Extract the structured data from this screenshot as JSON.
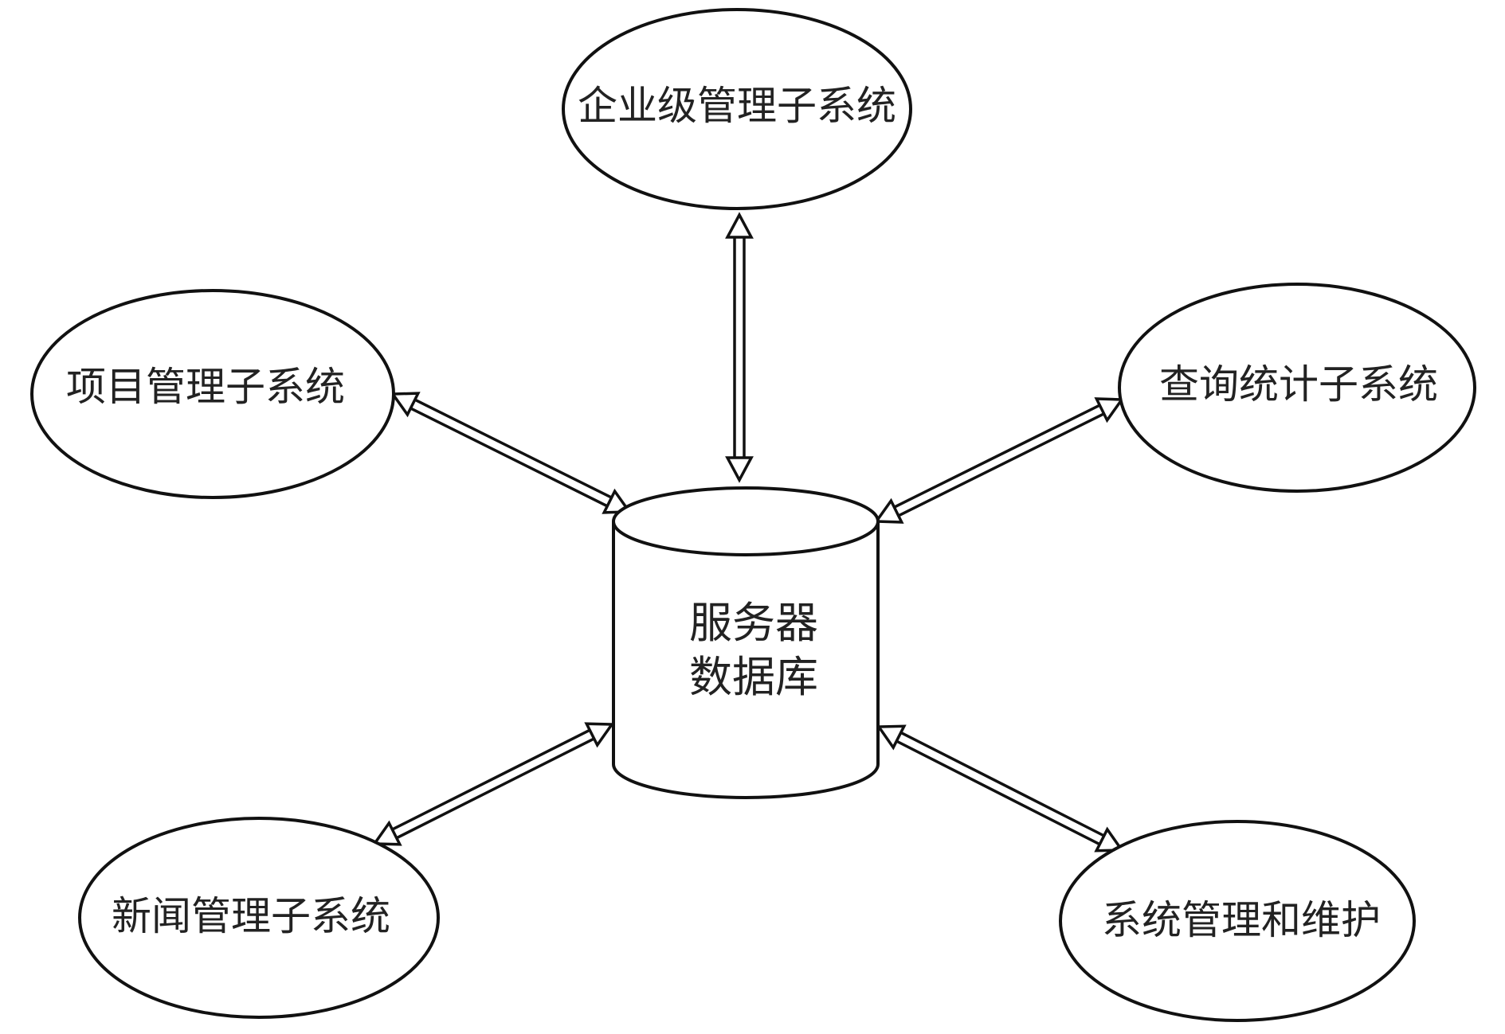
{
  "center": {
    "line1": "服务器",
    "line2": "数据库"
  },
  "nodes": [
    {
      "id": "enterprise",
      "label": "企业级管理子系统"
    },
    {
      "id": "project",
      "label": "项目管理子系统"
    },
    {
      "id": "query",
      "label": "查询统计子系统"
    },
    {
      "id": "news",
      "label": "新闻管理子系统"
    },
    {
      "id": "sysmaint",
      "label": "系统管理和维护"
    }
  ],
  "connections": [
    {
      "from": "center",
      "to": "enterprise",
      "direction": "both"
    },
    {
      "from": "center",
      "to": "project",
      "direction": "both"
    },
    {
      "from": "center",
      "to": "query",
      "direction": "both"
    },
    {
      "from": "center",
      "to": "news",
      "direction": "both"
    },
    {
      "from": "center",
      "to": "sysmaint",
      "direction": "both"
    }
  ]
}
